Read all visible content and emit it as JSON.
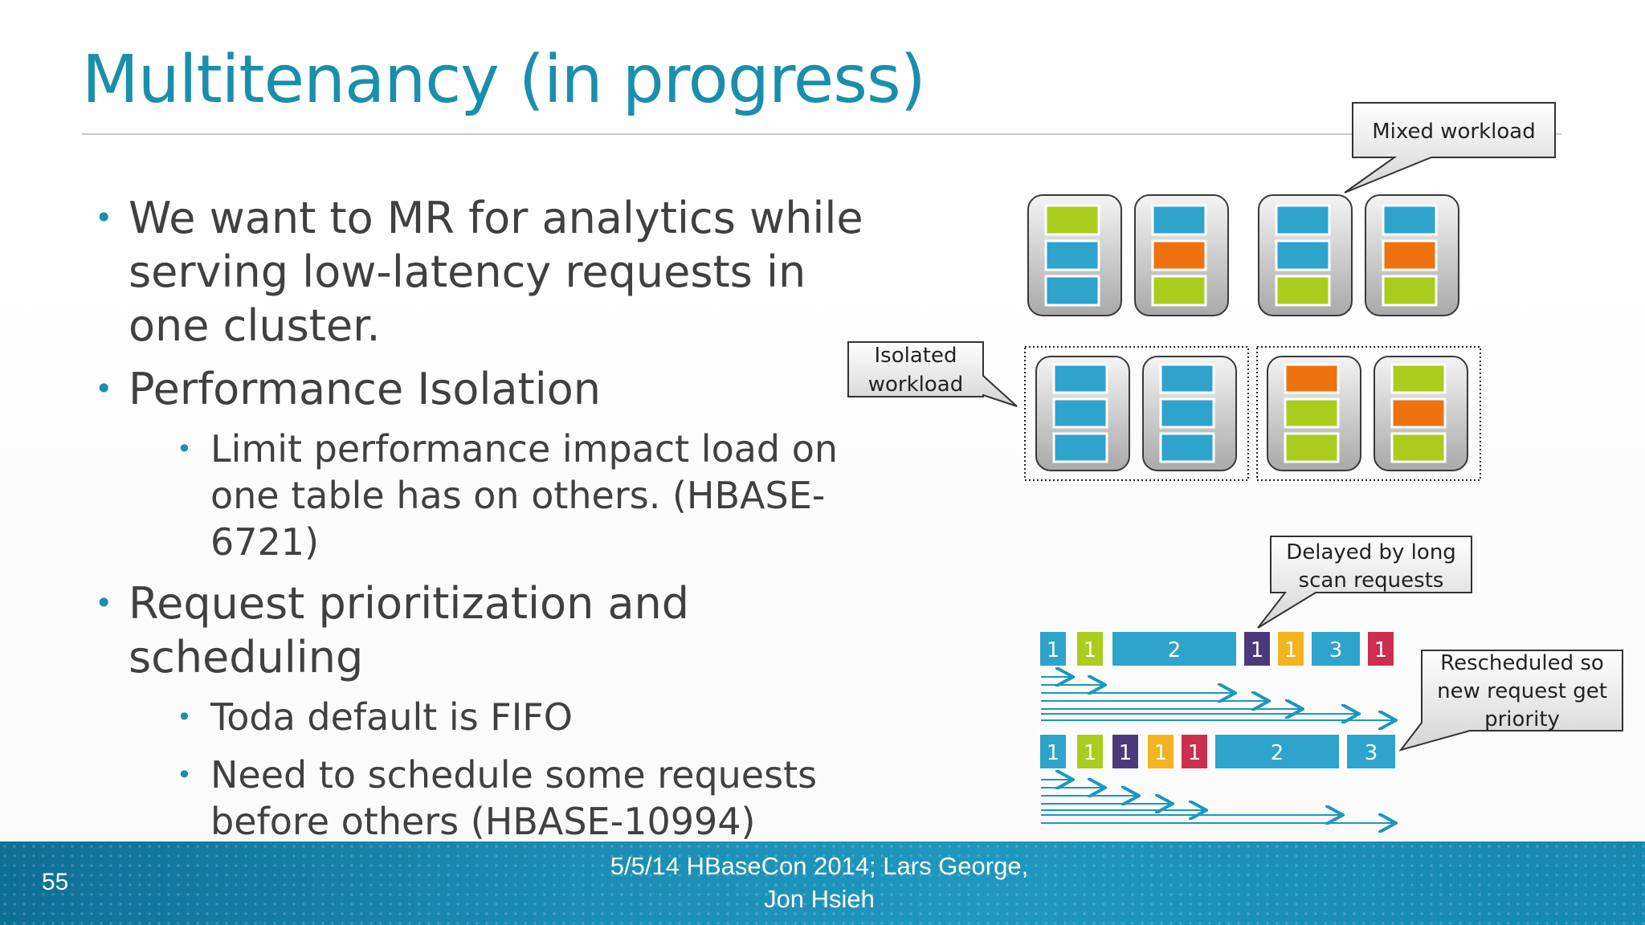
{
  "slide": {
    "title": "Multitenancy (in progress)",
    "bullets": {
      "b1": "We want to MR for analytics while serving low-latency requests in one cluster.",
      "b2": "Performance Isolation",
      "b2_sub1": "Limit performance impact load on one table has on others. (HBASE-6721)",
      "b3": "Request prioritization and scheduling",
      "b3_sub1": "Toda default is FIFO",
      "b3_sub2": "Need to schedule some requests before others (HBASE-10994)"
    },
    "callouts": {
      "mixed": "Mixed workload",
      "isolated_1": "Isolated",
      "isolated_2": "workload",
      "delayed_1": "Delayed by long",
      "delayed_2": "scan requests",
      "resched_1": "Rescheduled so",
      "resched_2": "new request get",
      "resched_3": "priority"
    },
    "queue_fifo": [
      "1",
      "1",
      "2",
      "1",
      "1",
      "3",
      "1"
    ],
    "queue_prioritized": [
      "1",
      "1",
      "1",
      "1",
      "1",
      "2",
      "3"
    ],
    "colors": {
      "accent": "#1a8fab",
      "blue_block": "#2ea3cc",
      "orange_block": "#ee7310",
      "green_block": "#abcc1c",
      "purple_block": "#4a3a7a",
      "yellow_block": "#f3b41f",
      "red_block": "#cc2e4e"
    },
    "footer": {
      "page_number": "55",
      "line1": "5/5/14 HBaseCon 2014;  Lars George,",
      "line2": "Jon Hsieh"
    }
  }
}
